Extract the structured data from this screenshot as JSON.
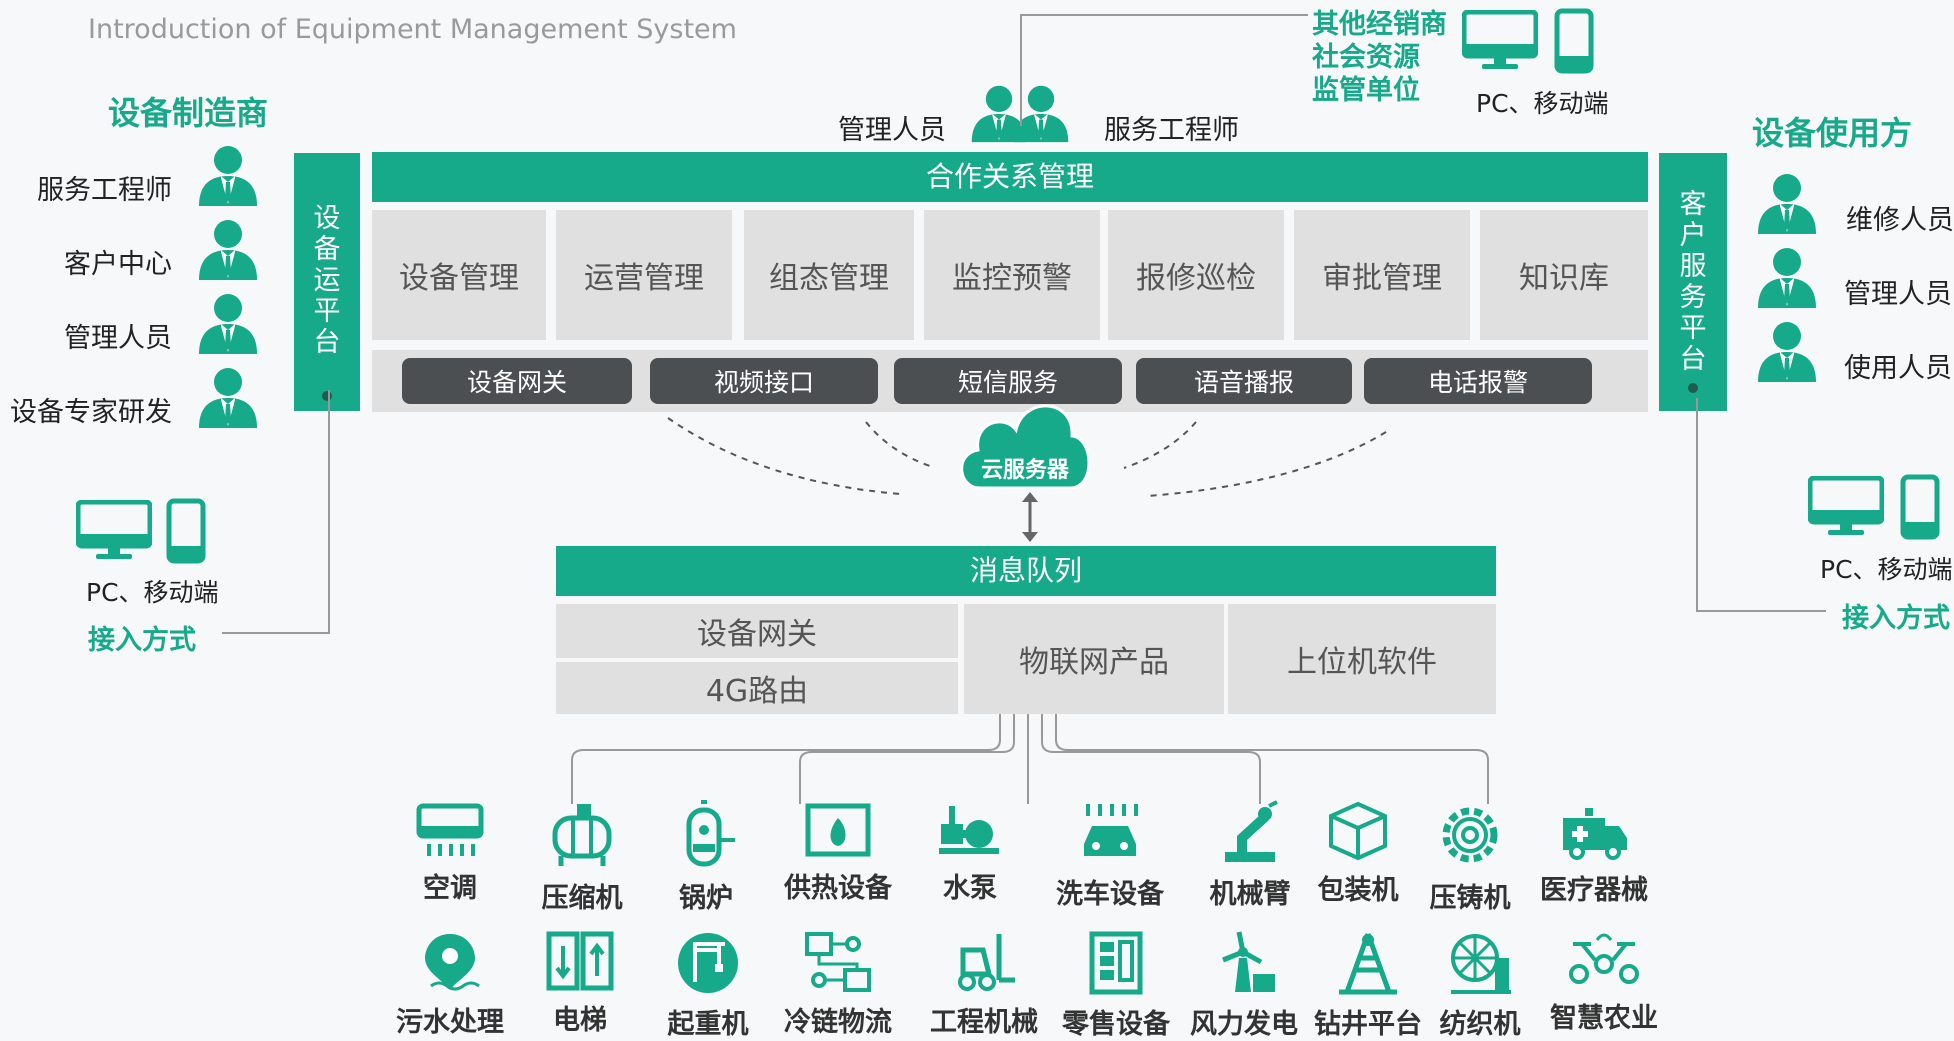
{
  "title": "Introduction of Equipment Management System",
  "left": {
    "heading": "设备制造商",
    "people": [
      "服务工程师",
      "客户中心",
      "管理人员",
      "设备专家研发"
    ],
    "platform": "设备运平台",
    "devices_label": "PC、移动端",
    "access_label": "接入方式"
  },
  "right": {
    "heading": "设备使用方",
    "people": [
      "维修人员",
      "管理人员",
      "使用人员"
    ],
    "platform": "客户服务平台",
    "devices_label": "PC、移动端",
    "access_label": "接入方式"
  },
  "top": {
    "manager": "管理人员",
    "engineer": "服务工程师",
    "others": [
      "其他经销商",
      "社会资源",
      "监管单位"
    ],
    "devices_label": "PC、移动端"
  },
  "core": {
    "banner": "合作关系管理",
    "modules": [
      "设备管理",
      "运营管理",
      "组态管理",
      "监控预警",
      "报修巡检",
      "审批管理",
      "知识库"
    ],
    "services": [
      "设备网关",
      "视频接口",
      "短信服务",
      "语音播报",
      "电话报警"
    ],
    "cloud": "云服务器"
  },
  "queue": {
    "banner": "消息队列",
    "gateway": "设备网关",
    "router": "4G路由",
    "iot": "物联网产品",
    "host": "上位机软件"
  },
  "devices_row1": [
    {
      "label": "空调",
      "icon": "air-conditioner-icon"
    },
    {
      "label": "压缩机",
      "icon": "compressor-icon"
    },
    {
      "label": "锅炉",
      "icon": "boiler-icon"
    },
    {
      "label": "供热设备",
      "icon": "heating-icon"
    },
    {
      "label": "水泵",
      "icon": "water-pump-icon"
    },
    {
      "label": "洗车设备",
      "icon": "car-wash-icon"
    },
    {
      "label": "机械臂",
      "icon": "robot-arm-icon"
    },
    {
      "label": "包装机",
      "icon": "package-icon"
    },
    {
      "label": "压铸机",
      "icon": "gear-icon"
    },
    {
      "label": "医疗器械",
      "icon": "ambulance-icon"
    }
  ],
  "devices_row2": [
    {
      "label": "污水处理",
      "icon": "sewage-icon"
    },
    {
      "label": "电梯",
      "icon": "elevator-icon"
    },
    {
      "label": "起重机",
      "icon": "crane-icon"
    },
    {
      "label": "冷链物流",
      "icon": "cold-chain-icon"
    },
    {
      "label": "工程机械",
      "icon": "forklift-icon"
    },
    {
      "label": "零售设备",
      "icon": "vending-icon"
    },
    {
      "label": "风力发电",
      "icon": "wind-power-icon"
    },
    {
      "label": "钻井平台",
      "icon": "drilling-icon"
    },
    {
      "label": "纺织机",
      "icon": "textile-icon"
    },
    {
      "label": "智慧农业",
      "icon": "drone-icon"
    }
  ],
  "colors": {
    "accent": "#16a98a",
    "dark_service": "#4b4f52",
    "module_bg": "#e0e0e0"
  }
}
